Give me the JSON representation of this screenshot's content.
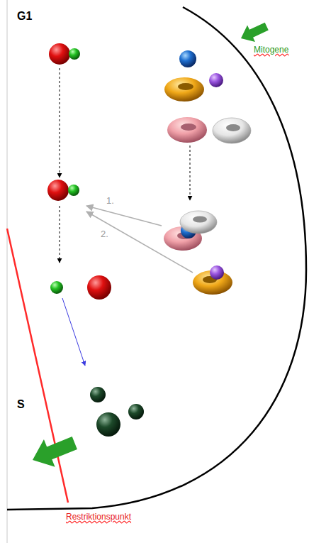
{
  "diagram": {
    "labels": [
      "G1",
      "Mitogene",
      "1.",
      "2.",
      "S",
      "Restriktionspunkt"
    ]
  }
}
